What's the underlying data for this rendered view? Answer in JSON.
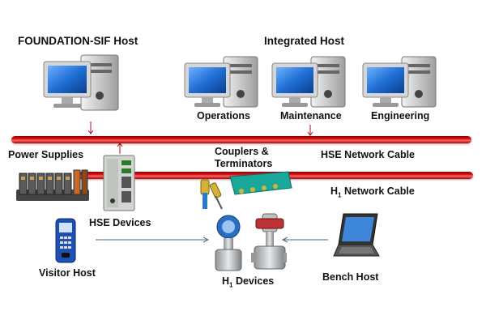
{
  "hosts": {
    "foundation_sif": "FOUNDATION-SIF Host",
    "integrated": "Integrated Host",
    "operations": "Operations",
    "maintenance": "Maintenance",
    "engineering": "Engineering"
  },
  "cables": {
    "hse": "HSE Network Cable",
    "h1_prefix": "H",
    "h1_sub": "1",
    "h1_suffix": " Network Cable"
  },
  "devices": {
    "power_supplies": "Power Supplies",
    "couplers_line1": "Couplers &",
    "couplers_line2": "Terminators",
    "hse_devices": "HSE Devices",
    "visitor_host": "Visitor Host",
    "h1_devices_prefix": "H",
    "h1_devices_sub": "1",
    "h1_devices_suffix": " Devices",
    "bench_host": "Bench Host"
  },
  "colors": {
    "cable_red": "#e51b1b",
    "screen_blue": "#1f6fd6",
    "tower_gray": "#c8c8c8",
    "coupler_teal": "#1aa89a"
  }
}
